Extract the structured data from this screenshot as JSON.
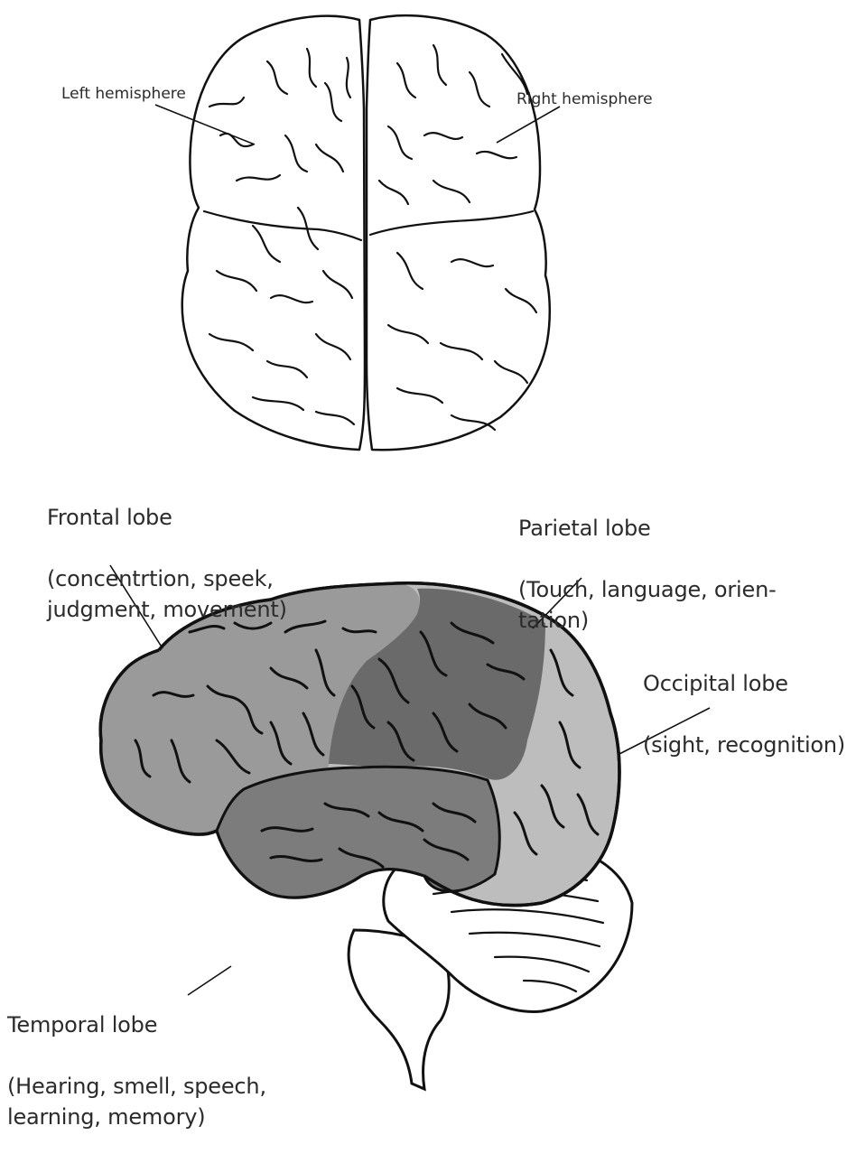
{
  "top_view": {
    "left_label": "Left hemisphere",
    "right_label": "Right hemisphere"
  },
  "side_view": {
    "frontal": {
      "name": "Frontal lobe",
      "desc": "(concentrtion, speek,\njudgment, movement)"
    },
    "parietal": {
      "name": "Parietal lobe",
      "desc": "(Touch, language, orien-\ntation)"
    },
    "occipital": {
      "name": "Occipital lobe",
      "desc": "(sight, recognition)"
    },
    "temporal": {
      "name": "Temporal lobe",
      "desc": "(Hearing, smell, speech,\nlearning, memory)"
    }
  },
  "colors": {
    "outline": "#111111",
    "frontal_fill": "#9a9a9a",
    "light_fill": "#bdbdbd",
    "parietal_fill": "#6a6a6a",
    "temporal_fill": "#7c7c7c",
    "cerebellum_fill": "#ffffff"
  }
}
